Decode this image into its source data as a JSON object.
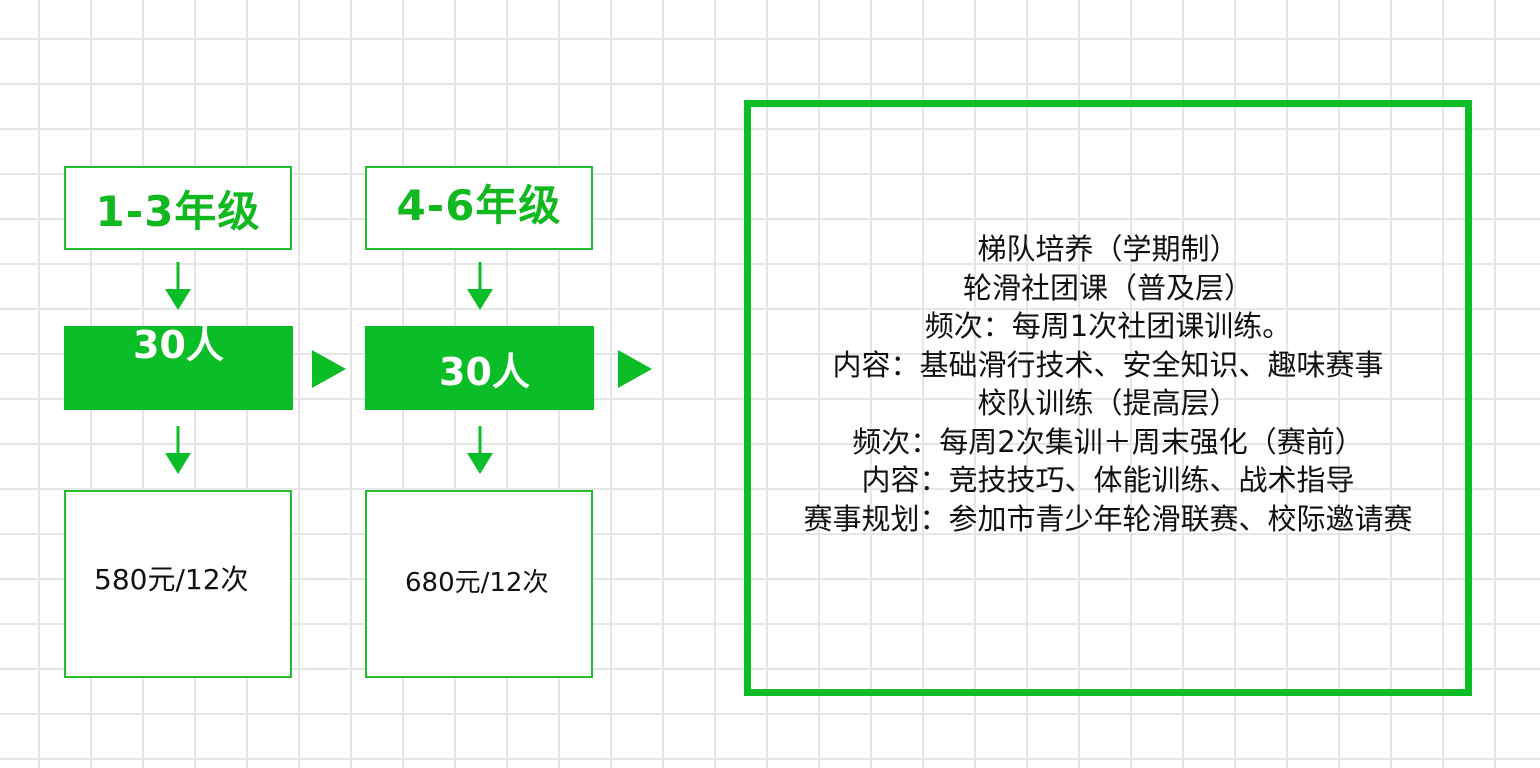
{
  "columns": [
    {
      "grade": "1-3年级",
      "count": "30人",
      "price": "580元/12次"
    },
    {
      "grade": "4-6年级",
      "count": "30人",
      "price": "680元/12次"
    }
  ],
  "details": {
    "lines": [
      "梯队培养（学期制）",
      "轮滑社团课（普及层）",
      "频次：每周1次社团课训练。",
      "内容：基础滑行技术、安全知识、趣味赛事",
      "校队训练（提高层）",
      "频次：每周2次集训＋周末强化（赛前）",
      "内容：竞技技巧、体能训练、战术指导",
      "赛事规划：参加市青少年轮滑联赛、校际邀请赛"
    ]
  },
  "colors": {
    "accent": "#0bbd26",
    "border": "#1fc02b",
    "grid": "#e6e6e6"
  }
}
